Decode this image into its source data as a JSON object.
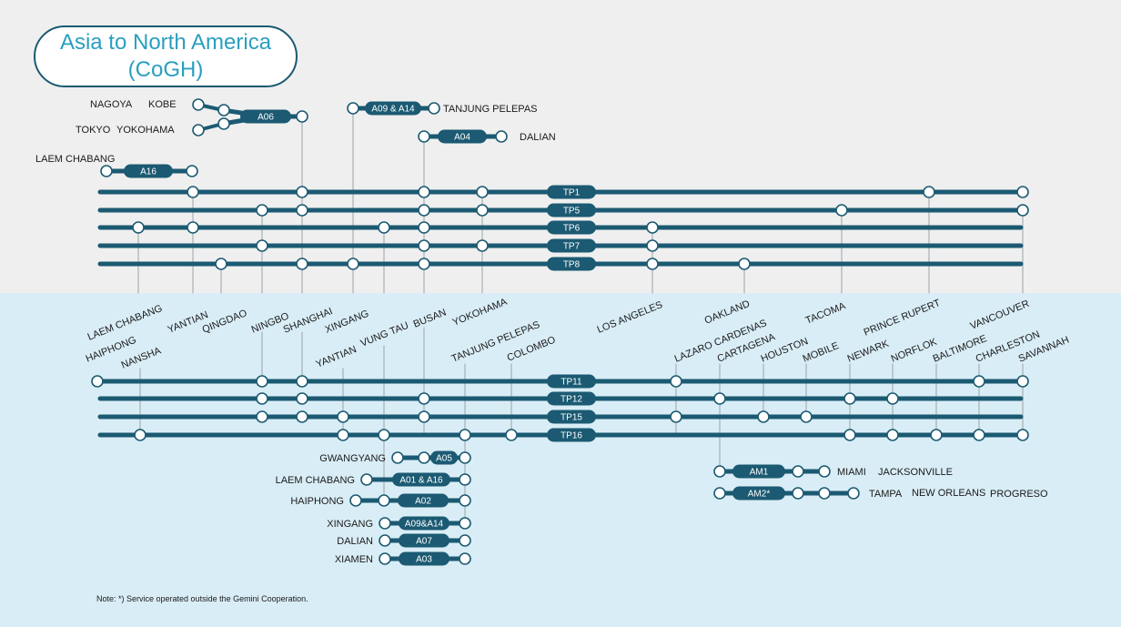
{
  "title": {
    "line1": "Asia to North America",
    "line2": "(CoGH)"
  },
  "note": "Note: *) Service operated outside the Gemini Cooperation.",
  "colors": {
    "line": "#1b5a72",
    "upper_bg": "#efefef",
    "lower_bg": "#d9edf6",
    "title_text": "#2a9fbf"
  },
  "routes": {
    "TP1": "TP1",
    "TP5": "TP5",
    "TP6": "TP6",
    "TP7": "TP7",
    "TP8": "TP8",
    "TP11": "TP11",
    "TP12": "TP12",
    "TP15": "TP15",
    "TP16": "TP16",
    "A06": "A06",
    "A09A14": "A09 & A14",
    "A04": "A04",
    "A16": "A16",
    "A05": "A05",
    "A01A16": "A01 & A16",
    "A02": "A02",
    "A09A14b": "A09&A14",
    "A07": "A07",
    "A03": "A03",
    "AM1": "AM1",
    "AM2": "AM2*"
  },
  "ports": {
    "nagoya": "NAGOYA",
    "kobe": "KOBE",
    "tokyo": "TOKYO",
    "yokohama": "YOKOHAMA",
    "laem_chabang": "LAEM CHABANG",
    "tanjung_pelepas": "TANJUNG PELEPAS",
    "dalian": "DALIAN",
    "yantian": "YANTIAN",
    "qingdao": "QINGDAO",
    "ningbo": "NINGBO",
    "shanghai": "SHANGHAI",
    "xingang": "XINGANG",
    "busan": "BUSAN",
    "los_angeles": "LOS ANGELES",
    "oakland": "OAKLAND",
    "tacoma": "TACOMA",
    "prince_rupert": "PRINCE RUPERT",
    "vancouver": "VANCOUVER",
    "haiphong": "HAIPHONG",
    "nansha": "NANSHA",
    "vung_tau": "VUNG TAU",
    "colombo": "COLOMBO",
    "lazaro_cardenas": "LAZARO CARDENAS",
    "cartagena": "CARTAGENA",
    "houston": "HOUSTON",
    "mobile": "MOBILE",
    "newark": "NEWARK",
    "norflok": "NORFLOK",
    "baltimore": "BALTIMORE",
    "charleston": "CHARLESTON",
    "savannah": "SAVANNAH",
    "gwangyang": "GWANGYANG",
    "xiamen": "XIAMEN",
    "miami": "MIAMI",
    "jacksonville": "JACKSONVILLE",
    "tampa": "TAMPA",
    "new_orleans": "NEW ORLEANS",
    "progreso": "PROGRESO"
  }
}
